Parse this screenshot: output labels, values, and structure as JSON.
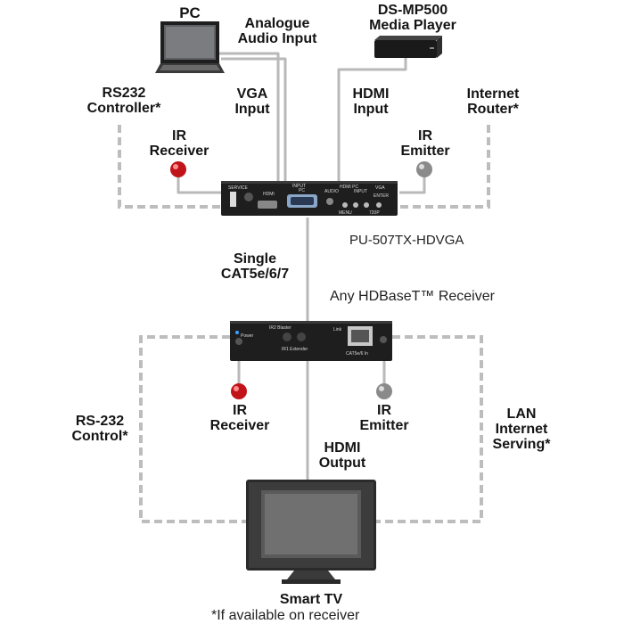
{
  "labels": {
    "pc": "PC",
    "analogue_audio": [
      "Analogue",
      "Audio Input"
    ],
    "ds_mp500": [
      "DS-MP500",
      "Media Player"
    ],
    "rs232_controller": [
      "RS232",
      "Controller*"
    ],
    "vga_input": [
      "VGA",
      "Input"
    ],
    "hdmi_input": [
      "HDMI",
      "Input"
    ],
    "internet_router": [
      "Internet",
      "Router*"
    ],
    "ir_receiver_top": [
      "IR",
      "Receiver"
    ],
    "ir_emitter_top": [
      "IR",
      "Emitter"
    ],
    "transmitter_model": "PU-507TX-HDVGA",
    "single_cat": [
      "Single",
      "CAT5e/6/7"
    ],
    "any_receiver": "Any HDBaseT™ Receiver",
    "ir_receiver_bottom": [
      "IR",
      "Receiver"
    ],
    "ir_emitter_bottom": [
      "IR",
      "Emitter"
    ],
    "rs232_control": [
      "RS-232",
      "Control*"
    ],
    "lan_internet": [
      "LAN",
      "Internet",
      "Serving*"
    ],
    "hdmi_output": [
      "HDMI",
      "Output"
    ],
    "smart_tv": "Smart TV",
    "footnote": "*If available on receiver"
  },
  "transmitter_panel": {
    "service": "SERVICE",
    "input": "INPUT",
    "hdmi": "HDMI",
    "pc": "PC",
    "audio": "AUDIO",
    "hdmi_pc": "HDMI PC",
    "input2": "INPUT",
    "vga": "VGA",
    "enter": "ENTER",
    "menu": "MENU",
    "res": "720P"
  },
  "receiver_panel": {
    "ir2": "IR2 Blaster",
    "power": "Power",
    "ir1": "IR1 Extender",
    "link": "Link",
    "cat": "CAT5e/6 In"
  },
  "colors": {
    "cable": "#b9b9b9",
    "dashed": "#bdbdbd",
    "device": "#1e1e1e",
    "ir_receiver": "#c0141a",
    "ir_emitter": "#8a8a8a"
  }
}
